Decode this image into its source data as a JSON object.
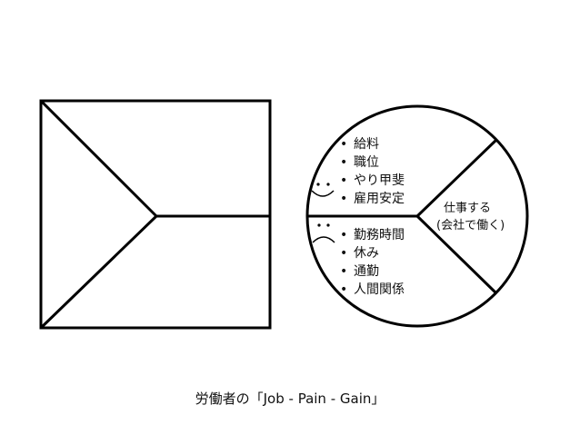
{
  "circle": {
    "top_items": [
      "給料",
      "職位",
      "やり甲斐",
      "雇用安定"
    ],
    "bottom_items": [
      "勤務時間",
      "休み",
      "通勤",
      "人間関係"
    ],
    "right_label": [
      "仕事する",
      "(会社で働く)"
    ],
    "bullet": "•"
  },
  "caption": "労働者の「Job - Pain - Gain」"
}
